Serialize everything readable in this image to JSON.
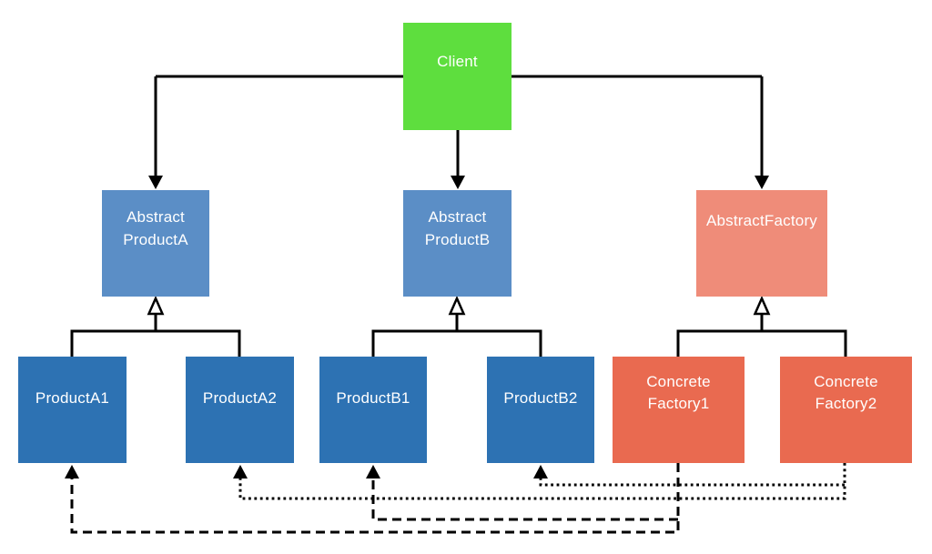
{
  "diagram": {
    "background": "#ffffff",
    "line_color": "#000000",
    "text_color": "#ffffff",
    "nodes": {
      "client": {
        "label": "Client",
        "color": "#5ede3e"
      },
      "abstract_product_a": {
        "label": "Abstract\nProductA",
        "color": "#5b8ec6"
      },
      "abstract_product_b": {
        "label": "Abstract\nProductB",
        "color": "#5b8ec6"
      },
      "abstract_factory": {
        "label": "AbstractFactory",
        "color": "#ef8c79"
      },
      "product_a1": {
        "label": "ProductA1",
        "color": "#2d72b3"
      },
      "product_a2": {
        "label": "ProductA2",
        "color": "#2d72b3"
      },
      "product_b1": {
        "label": "ProductB1",
        "color": "#2d72b3"
      },
      "product_b2": {
        "label": "ProductB2",
        "color": "#2d72b3"
      },
      "concrete_factory_1": {
        "label": "Concrete\nFactory1",
        "color": "#e96a50"
      },
      "concrete_factory_2": {
        "label": "Concrete\nFactory2",
        "color": "#e96a50"
      }
    },
    "edges": [
      {
        "from": "Client",
        "to": "AbstractProductA",
        "type": "uses",
        "style": "solid",
        "arrow": "filled"
      },
      {
        "from": "Client",
        "to": "AbstractProductB",
        "type": "uses",
        "style": "solid",
        "arrow": "filled"
      },
      {
        "from": "Client",
        "to": "AbstractFactory",
        "type": "uses",
        "style": "solid",
        "arrow": "filled"
      },
      {
        "from": "ProductA1",
        "to": "AbstractProductA",
        "type": "inherits",
        "style": "solid",
        "arrow": "open-triangle"
      },
      {
        "from": "ProductA2",
        "to": "AbstractProductA",
        "type": "inherits",
        "style": "solid",
        "arrow": "open-triangle"
      },
      {
        "from": "ProductB1",
        "to": "AbstractProductB",
        "type": "inherits",
        "style": "solid",
        "arrow": "open-triangle"
      },
      {
        "from": "ProductB2",
        "to": "AbstractProductB",
        "type": "inherits",
        "style": "solid",
        "arrow": "open-triangle"
      },
      {
        "from": "ConcreteFactory1",
        "to": "AbstractFactory",
        "type": "inherits",
        "style": "solid",
        "arrow": "open-triangle"
      },
      {
        "from": "ConcreteFactory2",
        "to": "AbstractFactory",
        "type": "inherits",
        "style": "solid",
        "arrow": "open-triangle"
      },
      {
        "from": "ConcreteFactory1",
        "to": "ProductA1",
        "type": "creates",
        "style": "dashed",
        "arrow": "filled"
      },
      {
        "from": "ConcreteFactory1",
        "to": "ProductB1",
        "type": "creates",
        "style": "dashed",
        "arrow": "filled"
      },
      {
        "from": "ConcreteFactory2",
        "to": "ProductA2",
        "type": "creates",
        "style": "dotted",
        "arrow": "filled"
      },
      {
        "from": "ConcreteFactory2",
        "to": "ProductB2",
        "type": "creates",
        "style": "dotted",
        "arrow": "filled"
      }
    ]
  }
}
